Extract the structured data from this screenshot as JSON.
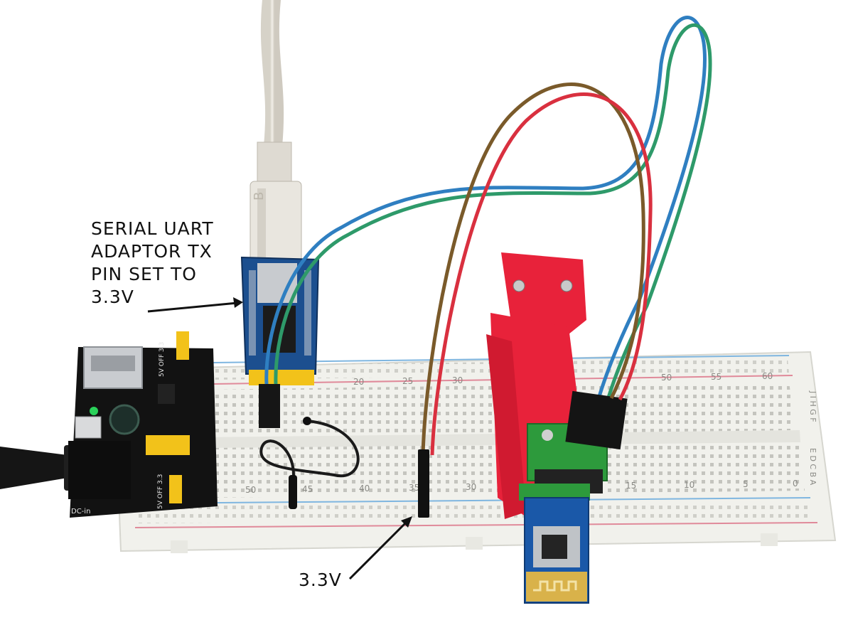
{
  "annotations": {
    "uart_label_lines": [
      "SERIAL UART",
      "ADAPTOR TX",
      "PIN SET TO",
      "3.3V"
    ],
    "voltage_label": "3.3V"
  },
  "breadboard": {
    "top_numbers": [
      "20",
      "25",
      "30",
      "50",
      "55",
      "60"
    ],
    "bottom_numbers": [
      "50",
      "45",
      "40",
      "35",
      "30",
      "15",
      "10",
      "5",
      "0"
    ],
    "top_letters": "J I H G F",
    "bottom_letters": "E D C B A"
  },
  "power_module": {
    "jumper_label": "5V OFF 3.3",
    "jack_label": "DC-in"
  },
  "wire_colors": {
    "blue": "#2f7fc1",
    "green": "#2e9a6a",
    "brown": "#7a5a2a",
    "red": "#d9303f",
    "black": "#1a1a1a"
  },
  "colors": {
    "clip_red": "#e8223a",
    "pcb_blue": "#1c4f8f",
    "pcb_green": "#2d9a3c",
    "board_white": "#f1f1ec",
    "cable_white": "#e6e3dc"
  }
}
